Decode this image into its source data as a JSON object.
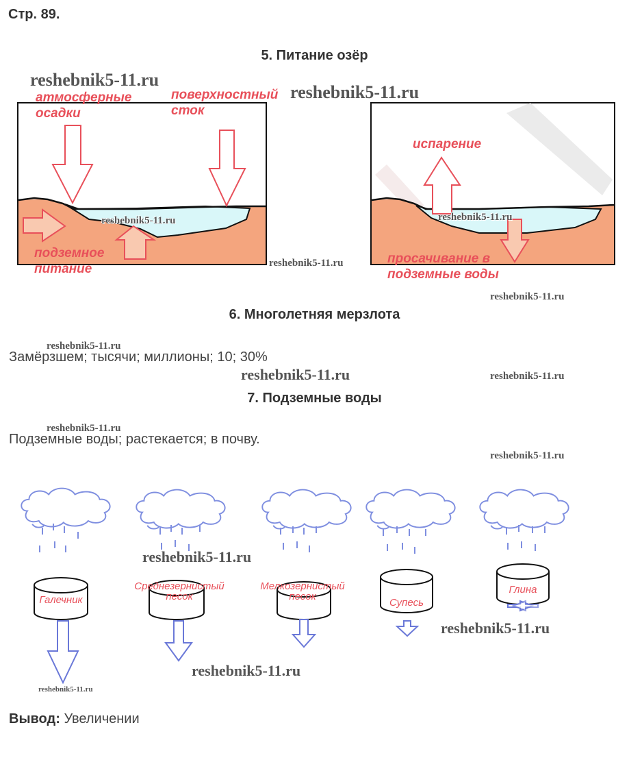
{
  "page_number": "Стр. 89.",
  "watermark": "reshebnik5-11.ru",
  "sections": {
    "lakes": {
      "title": "5. Питание озёр",
      "diagram_inputs": {
        "precipitation": "атмосферные осадки",
        "surface_runoff": "поверхностный сток",
        "groundwater": "подземное питание"
      },
      "diagram_outputs": {
        "evaporation": "испарение",
        "seepage": "просачивание в подземные воды"
      }
    },
    "permafrost": {
      "title": "6. Многолетняя мерзлота",
      "answer": "Замёрзшем; тысячи; миллионы; 10; 30%"
    },
    "groundwater": {
      "title": "7. Подземные воды",
      "answer": "Подземные воды; растекается; в почву.",
      "layers": [
        "Галечник",
        "Среднезернистый песок",
        "Мелкозернистый песок",
        "Супесь",
        "Глина"
      ]
    }
  },
  "conclusion": {
    "label": "Вывод:",
    "text": "Увеличении"
  },
  "colors": {
    "lake_water": "#d9f7f9",
    "soil": "#f4a57e",
    "arrow_red": "#e8505a",
    "arrow_blue": "#6a78d8",
    "cloud_blue": "#7e8ee0"
  }
}
